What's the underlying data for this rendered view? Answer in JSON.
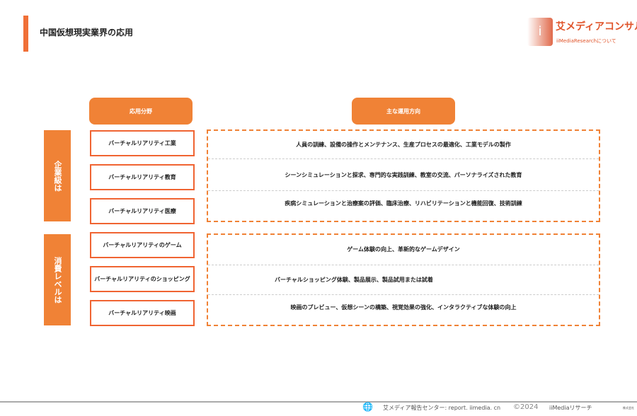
{
  "header": {
    "title": "中国仮想現実業界の応用"
  },
  "logo": {
    "name": "艾メディアコンサル",
    "sub": "iiMediaResearchについて"
  },
  "columns": {
    "field": "応用分野",
    "direction": "主な運用方向"
  },
  "groups": [
    {
      "label": "企業級は",
      "items": [
        {
          "field": "バーチャルリアリティ工業",
          "direction": "人員の訓練、設備の操作とメンテナンス、生産プロセスの最適化、工業モデルの製作"
        },
        {
          "field": "バーチャルリアリティ教育",
          "direction": "シーンシミュレーションと探求、専門的な実践訓練、教室の交流、パーソナライズされた教育"
        },
        {
          "field": "バーチャルリアリティ医療",
          "direction": "疾病シミュレーションと治療案の評価、臨床治療、リハビリテーションと機能回復、技術訓練"
        }
      ]
    },
    {
      "label": "消費レベルは",
      "items": [
        {
          "field": "バーチャルリアリティのゲーム",
          "direction": "ゲーム体験の向上、革新的なゲームデザイン"
        },
        {
          "field": "バーチャルリアリティのショッピング",
          "direction": "バーチャルショッピング体験、製品展示、製品試用または試着"
        },
        {
          "field": "バーチャルリアリティ映画",
          "direction": "映画のプレビュー、仮想シーンの構築、視覚効果の強化、インタラクティブな体験の向上"
        }
      ]
    }
  ],
  "footer": {
    "center": "艾メディア報告センター: report. iimedia. cn",
    "copyright": "©2024",
    "brand": "iiMediaリサーチ",
    "corner": "株式会社"
  }
}
